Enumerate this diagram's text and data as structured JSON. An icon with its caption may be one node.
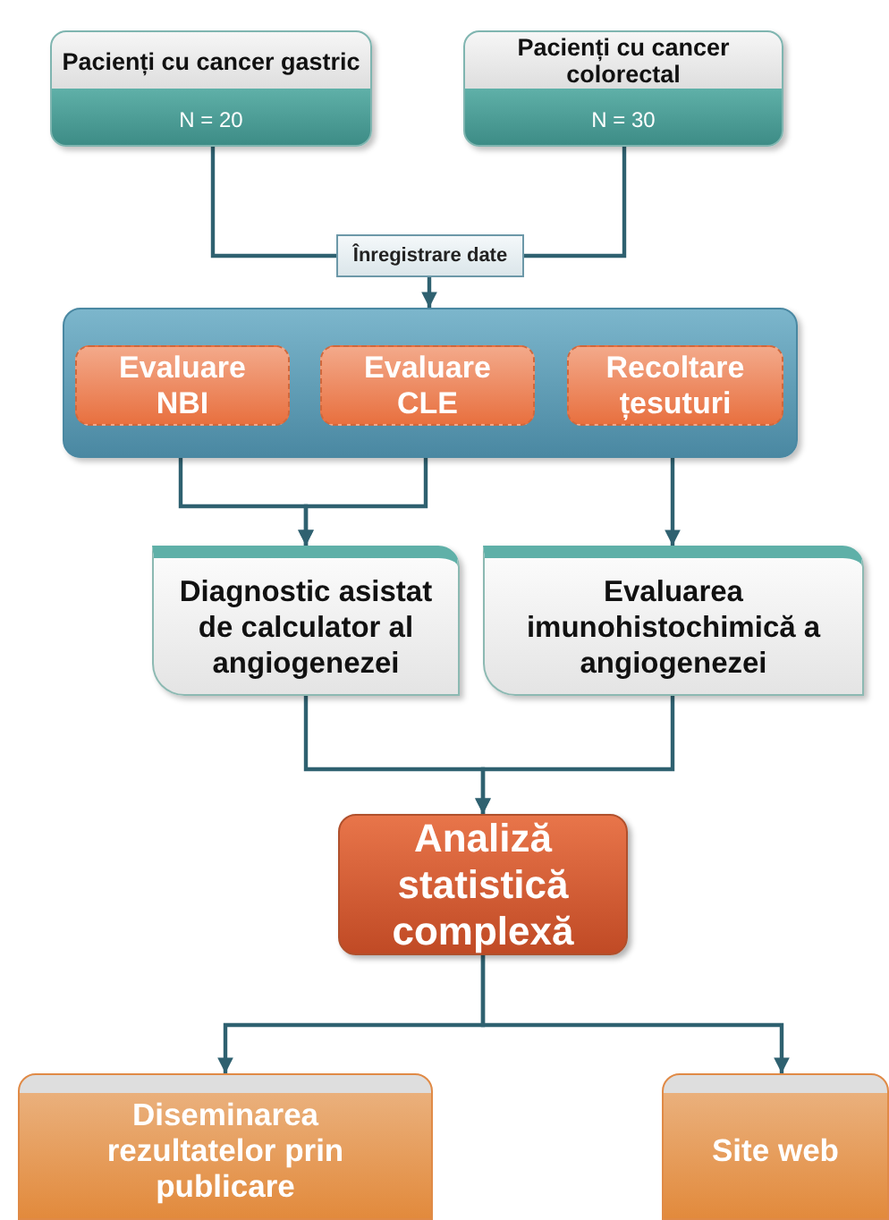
{
  "diagram": {
    "nodes": [
      {
        "text": [
          "Pacienți cu cancer gastric",
          "N = 20"
        ]
      },
      {
        "text": [
          "Pacienți cu cancer colorectal",
          "N = 30"
        ]
      },
      {
        "text": [
          "Înregistrare date"
        ]
      },
      {
        "text": [],
        "shape": "box"
      },
      {
        "text": [
          "Evaluare NBI"
        ],
        "in": 3
      },
      {
        "text": [
          "Evaluare CLE"
        ],
        "in": 3
      },
      {
        "text": [
          "Recoltare țesuturi"
        ],
        "in": 3
      },
      {
        "text": [
          "Diagnostic asistat de calculator al angiogenezei"
        ]
      },
      {
        "text": [
          "Evaluarea imunohistochimică a angiogenezei"
        ]
      },
      {
        "text": [
          "Analiză statistică complexă"
        ]
      },
      {
        "text": [
          "Diseminarea rezultatelor prin publicare"
        ]
      },
      {
        "text": [
          "Site web"
        ]
      }
    ],
    "edges": [
      {
        "from": 0,
        "to": 2,
        "arrow": "none"
      },
      {
        "from": 1,
        "to": 2,
        "arrow": "none"
      },
      {
        "from": 2,
        "to": 3,
        "arrow": "to"
      },
      {
        "from": 4,
        "to": 7,
        "arrow": "to"
      },
      {
        "from": 5,
        "to": 7,
        "arrow": "to"
      },
      {
        "from": 6,
        "to": 8,
        "arrow": "to"
      },
      {
        "from": 7,
        "to": 9,
        "arrow": "to"
      },
      {
        "from": 8,
        "to": 9,
        "arrow": "to"
      },
      {
        "from": 9,
        "to": 10,
        "arrow": "to"
      },
      {
        "from": 9,
        "to": 11,
        "arrow": "to"
      }
    ]
  }
}
